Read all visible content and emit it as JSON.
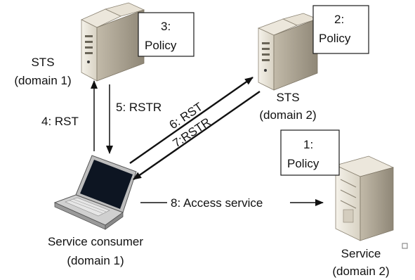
{
  "nodes": {
    "sts1": {
      "label_line1": "STS",
      "label_line2": "(domain 1)"
    },
    "sts2": {
      "label_line1": "STS",
      "label_line2": "(domain 2)"
    },
    "consumer": {
      "label_line1": "Service consumer",
      "label_line2": "(domain 1)"
    },
    "service": {
      "label_line1": "Service",
      "label_line2": "(domain 2)"
    }
  },
  "policies": {
    "sts1": {
      "step": "3:",
      "label": "Policy"
    },
    "sts2": {
      "step": "2:",
      "label": "Policy"
    },
    "service": {
      "step": "1:",
      "label": "Policy"
    }
  },
  "edges": {
    "rst_to_sts1": "4: RST",
    "rstr_from_sts1": "5: RSTR",
    "rst_to_sts2": "6: RST",
    "rstr_from_sts2": "7:RSTR",
    "access_service": "8: Access service"
  },
  "colors": {
    "server_light": "#f1ede4",
    "server_mid": "#d6d0c1",
    "server_dark": "#a49c8c",
    "screen": "#0d1522",
    "laptop_body": "#c9c9c9",
    "line": "#111111"
  }
}
